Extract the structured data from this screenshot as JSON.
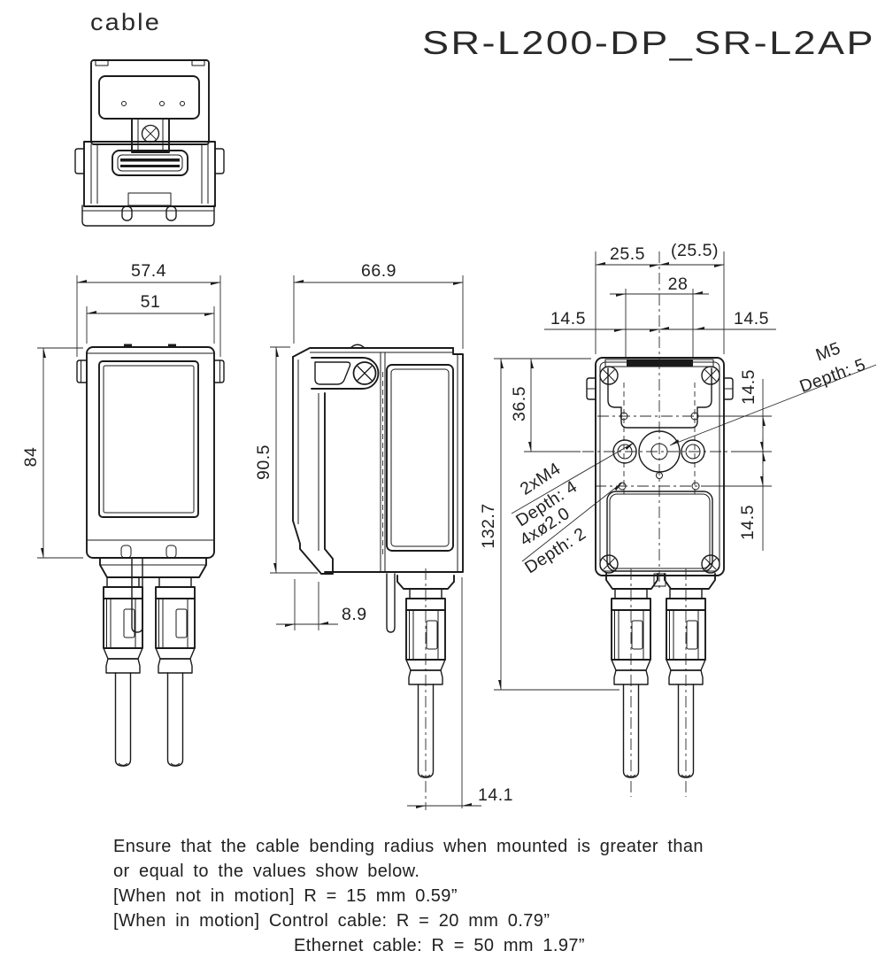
{
  "title": "SR-L200-DP_SR-L2AP",
  "colors": {
    "line": "#1a1a1a",
    "background": "#ffffff"
  },
  "top_view": {
    "label": "cable"
  },
  "front_view": {
    "dim_overall_width": "57.4",
    "dim_body_width": "51",
    "dim_body_height": "84"
  },
  "side_view": {
    "dim_overall_depth": "66.9",
    "dim_overall_height": "90.5",
    "dim_bracket_protrusion": "8.9",
    "dim_cable_to_front": "14.1"
  },
  "rear_view": {
    "dim_half_width_left": "25.5",
    "dim_half_width_right": "(25.5)",
    "dim_gland_width": "28",
    "dim_hole_offset_left": "14.5",
    "dim_hole_offset_right": "14.5",
    "dim_top_to_hole_center": "36.5",
    "dim_overall_height": "132.7",
    "dim_hole_offset_top": "14.5",
    "dim_hole_offset_bottom": "14.5",
    "callout_m5": {
      "line1": "M5",
      "line2": "Depth: 5"
    },
    "callout_m4": {
      "line1": "2xM4",
      "line2": "Depth: 4"
    },
    "callout_o2": {
      "line1": "4xø2.0",
      "line2": "Depth: 2"
    }
  },
  "notes": [
    "Ensure that the cable bending radius when mounted is greater than",
    "or equal to the values show below.",
    "[When not in motion] R = 15 mm 0.59”",
    "[When in motion] Control cable: R = 20 mm 0.79”",
    "Ethernet cable: R = 50 mm 1.97”"
  ]
}
